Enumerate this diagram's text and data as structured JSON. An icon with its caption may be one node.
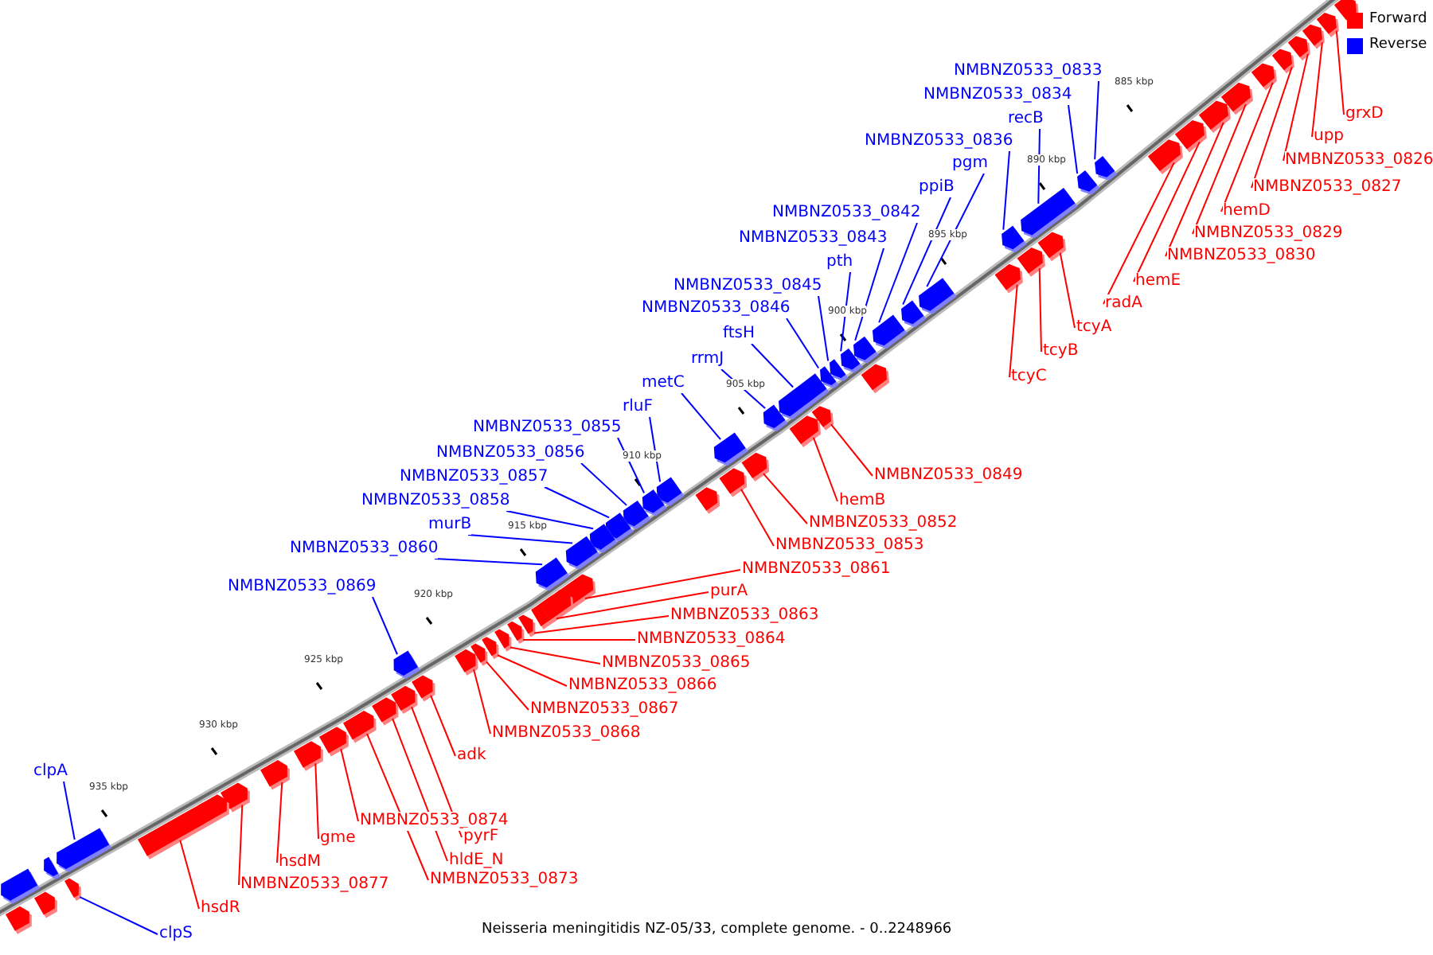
{
  "diagram": {
    "caption": "Neisseria meningitidis NZ-05/33, complete genome. - 0..2248966",
    "nodes": [
      {
        "text": [
          "NMBNZ0533_0833"
        ]
      },
      {
        "text": [
          "NMBNZ0533_0834"
        ]
      },
      {
        "text": [
          "grxD"
        ]
      },
      {
        "text": [
          "recB"
        ]
      },
      {
        "text": [
          "upp"
        ]
      },
      {
        "text": [
          "NMBNZ0533_0836"
        ]
      },
      {
        "text": [
          "NMBNZ0533_0826"
        ]
      },
      {
        "text": [
          "pgm"
        ]
      },
      {
        "text": [
          "ppiB"
        ]
      },
      {
        "text": [
          "NMBNZ0533_0827"
        ]
      },
      {
        "text": [
          "hemD"
        ]
      },
      {
        "text": [
          "NMBNZ0533_0842"
        ]
      },
      {
        "text": [
          "NMBNZ0533_0829"
        ]
      },
      {
        "text": [
          "NMBNZ0533_0843"
        ]
      },
      {
        "text": [
          "NMBNZ0533_0830"
        ]
      },
      {
        "text": [
          "pth"
        ]
      },
      {
        "text": [
          "hemE"
        ]
      },
      {
        "text": [
          "NMBNZ0533_0845"
        ]
      },
      {
        "text": [
          "radA"
        ]
      },
      {
        "text": [
          "NMBNZ0533_0846"
        ]
      },
      {
        "text": [
          "tcyA"
        ]
      },
      {
        "text": [
          "ftsH"
        ]
      },
      {
        "text": [
          "tcyB"
        ]
      },
      {
        "text": [
          "rrmJ"
        ]
      },
      {
        "text": [
          "tcyC"
        ]
      },
      {
        "text": [
          "metC"
        ]
      },
      {
        "text": [
          "rluF"
        ]
      },
      {
        "text": [
          "NMBNZ0533_0855"
        ]
      },
      {
        "text": [
          "NMBNZ0533_0856"
        ]
      },
      {
        "text": [
          "NMBNZ0533_0849"
        ]
      },
      {
        "text": [
          "NMBNZ0533_0857"
        ]
      },
      {
        "text": [
          "hemB"
        ]
      },
      {
        "text": [
          "NMBNZ0533_0858"
        ]
      },
      {
        "text": [
          "murB"
        ]
      },
      {
        "text": [
          "NMBNZ0533_0852"
        ]
      },
      {
        "text": [
          "NMBNZ0533_0860"
        ]
      },
      {
        "text": [
          "NMBNZ0533_0853"
        ]
      },
      {
        "text": [
          "NMBNZ0533_0861"
        ]
      },
      {
        "text": [
          "NMBNZ0533_0869"
        ]
      },
      {
        "text": [
          "purA"
        ]
      },
      {
        "text": [
          "NMBNZ0533_0863"
        ]
      },
      {
        "text": [
          "NMBNZ0533_0864"
        ]
      },
      {
        "text": [
          "NMBNZ0533_0865"
        ]
      },
      {
        "text": [
          "NMBNZ0533_0866"
        ]
      },
      {
        "text": [
          "NMBNZ0533_0867"
        ]
      },
      {
        "text": [
          "NMBNZ0533_0868"
        ]
      },
      {
        "text": [
          "adk"
        ]
      },
      {
        "text": [
          "clpA"
        ]
      },
      {
        "text": [
          "NMBNZ0533_0874"
        ]
      },
      {
        "text": [
          "pyrF"
        ]
      },
      {
        "text": [
          "gme"
        ]
      },
      {
        "text": [
          "hldE_N"
        ]
      },
      {
        "text": [
          "hsdM"
        ]
      },
      {
        "text": [
          "NMBNZ0533_0873"
        ]
      },
      {
        "text": [
          "NMBNZ0533_0877"
        ]
      },
      {
        "text": [
          "hsdR"
        ]
      },
      {
        "text": [
          "clpS"
        ]
      },
      {
        "text": [],
        "shape": "arrow"
      },
      {
        "text": [],
        "shape": "arrow"
      },
      {
        "text": [],
        "shape": "arrow"
      },
      {
        "text": [],
        "shape": "arrow"
      },
      {
        "text": [],
        "shape": "arrow"
      },
      {
        "text": [],
        "shape": "arrow"
      },
      {
        "text": [],
        "shape": "arrow"
      },
      {
        "text": [],
        "shape": "arrow"
      },
      {
        "text": [],
        "shape": "arrow"
      },
      {
        "text": [],
        "shape": "arrow"
      },
      {
        "text": [],
        "shape": "arrow"
      },
      {
        "text": [],
        "shape": "arrow"
      },
      {
        "text": [],
        "shape": "arrow"
      },
      {
        "text": [],
        "shape": "arrow"
      },
      {
        "text": [],
        "shape": "arrow"
      },
      {
        "text": [],
        "shape": "arrow"
      },
      {
        "text": [],
        "shape": "arrow"
      },
      {
        "text": [],
        "shape": "arrow"
      },
      {
        "text": [],
        "shape": "arrow"
      },
      {
        "text": [],
        "shape": "arrow"
      },
      {
        "text": [],
        "shape": "arrow"
      },
      {
        "text": [],
        "shape": "arrow"
      },
      {
        "text": [],
        "shape": "arrow"
      },
      {
        "text": [],
        "shape": "arrow"
      },
      {
        "text": [],
        "shape": "arrow"
      },
      {
        "text": [],
        "shape": "arrow"
      },
      {
        "text": [],
        "shape": "arrow"
      },
      {
        "text": [],
        "shape": "arrow"
      },
      {
        "text": [],
        "shape": "arrow"
      },
      {
        "text": [],
        "shape": "arrow"
      },
      {
        "text": [],
        "shape": "arrow"
      },
      {
        "text": [],
        "shape": "arrow"
      },
      {
        "text": [],
        "shape": "arrow"
      },
      {
        "text": [],
        "shape": "arrow"
      },
      {
        "text": [],
        "shape": "arrow"
      },
      {
        "text": [],
        "shape": "arrow"
      },
      {
        "text": [],
        "shape": "arrow"
      },
      {
        "text": [],
        "shape": "arrow"
      },
      {
        "text": [],
        "shape": "arrow"
      },
      {
        "text": [],
        "shape": "arrow"
      },
      {
        "text": [],
        "shape": "arrow"
      },
      {
        "text": [],
        "shape": "arrow"
      },
      {
        "text": [],
        "shape": "arrow"
      },
      {
        "text": [],
        "shape": "arrow"
      },
      {
        "text": [],
        "shape": "arrow"
      },
      {
        "text": [],
        "shape": "arrow"
      },
      {
        "text": [],
        "shape": "arrow"
      },
      {
        "text": [],
        "shape": "arrow"
      },
      {
        "text": [],
        "shape": "arrow"
      },
      {
        "text": [],
        "shape": "arrow"
      },
      {
        "text": [],
        "shape": "arrow"
      },
      {
        "text": [],
        "shape": "arrow"
      },
      {
        "text": [],
        "shape": "arrow"
      },
      {
        "text": [],
        "shape": "arrow"
      },
      {
        "text": [],
        "shape": "arrow"
      },
      {
        "text": [],
        "shape": "arrow"
      },
      {
        "text": [],
        "shape": "arrow"
      },
      {
        "text": [],
        "shape": "arrow"
      },
      {
        "text": [],
        "shape": "arrow"
      },
      {
        "text": [],
        "shape": "arrow"
      },
      {
        "text": [],
        "shape": "arrow"
      },
      {
        "text": [],
        "shape": "arrow"
      },
      {
        "text": [],
        "shape": "arrow"
      },
      {
        "text": [],
        "shape": "arrow"
      },
      {
        "text": [],
        "shape": "arrow"
      },
      {
        "text": [],
        "shape": "arrow"
      }
    ],
    "edges": [
      {
        "from": 0,
        "to": 57,
        "arrow": "none",
        "color": "#0000ff"
      },
      {
        "from": 1,
        "to": 58,
        "arrow": "none",
        "color": "#0000ff"
      },
      {
        "from": 2,
        "to": 59,
        "arrow": "none"
      },
      {
        "from": 3,
        "to": 60,
        "arrow": "none",
        "color": "#0000ff"
      },
      {
        "from": 4,
        "to": 61,
        "arrow": "none"
      },
      {
        "from": 5,
        "to": 62,
        "arrow": "none",
        "color": "#0000ff"
      },
      {
        "from": 6,
        "to": 63,
        "arrow": "none"
      },
      {
        "from": 7,
        "to": 64,
        "arrow": "none",
        "color": "#0000ff"
      },
      {
        "from": 8,
        "to": 65,
        "arrow": "none",
        "color": "#0000ff"
      },
      {
        "from": 9,
        "to": 66,
        "arrow": "none"
      },
      {
        "from": 10,
        "to": 67,
        "arrow": "none"
      },
      {
        "from": 11,
        "to": 68,
        "arrow": "none",
        "color": "#0000ff"
      },
      {
        "from": 12,
        "to": 69,
        "arrow": "none"
      },
      {
        "from": 13,
        "to": 70,
        "arrow": "none",
        "color": "#0000ff"
      },
      {
        "from": 14,
        "to": 71,
        "arrow": "none"
      },
      {
        "from": 15,
        "to": 72,
        "arrow": "none",
        "color": "#0000ff"
      },
      {
        "from": 16,
        "to": 73,
        "arrow": "none"
      },
      {
        "from": 17,
        "to": 74,
        "arrow": "none",
        "color": "#0000ff"
      },
      {
        "from": 18,
        "to": 75,
        "arrow": "none"
      },
      {
        "from": 19,
        "to": 76,
        "arrow": "none",
        "color": "#0000ff"
      },
      {
        "from": 20,
        "to": 77,
        "arrow": "none"
      },
      {
        "from": 21,
        "to": 78,
        "arrow": "none",
        "color": "#0000ff"
      },
      {
        "from": 22,
        "to": 79,
        "arrow": "none"
      },
      {
        "from": 23,
        "to": 80,
        "arrow": "none",
        "color": "#0000ff"
      },
      {
        "from": 24,
        "to": 81,
        "arrow": "none"
      },
      {
        "from": 25,
        "to": 82,
        "arrow": "none",
        "color": "#0000ff"
      },
      {
        "from": 26,
        "to": 83,
        "arrow": "none",
        "color": "#0000ff"
      },
      {
        "from": 27,
        "to": 84,
        "arrow": "none",
        "color": "#0000ff"
      },
      {
        "from": 28,
        "to": 85,
        "arrow": "none",
        "color": "#0000ff"
      },
      {
        "from": 29,
        "to": 86,
        "arrow": "none"
      },
      {
        "from": 30,
        "to": 87,
        "arrow": "none",
        "color": "#0000ff"
      },
      {
        "from": 31,
        "to": 88,
        "arrow": "none"
      },
      {
        "from": 32,
        "to": 89,
        "arrow": "none",
        "color": "#0000ff"
      },
      {
        "from": 33,
        "to": 90,
        "arrow": "none",
        "color": "#0000ff"
      },
      {
        "from": 34,
        "to": 91,
        "arrow": "none"
      },
      {
        "from": 35,
        "to": 92,
        "arrow": "none",
        "color": "#0000ff"
      },
      {
        "from": 36,
        "to": 93,
        "arrow": "none"
      },
      {
        "from": 37,
        "to": 94,
        "arrow": "none"
      },
      {
        "from": 38,
        "to": 95,
        "arrow": "none",
        "color": "#0000ff"
      },
      {
        "from": 39,
        "to": 96,
        "arrow": "none"
      },
      {
        "from": 40,
        "to": 97,
        "arrow": "none"
      },
      {
        "from": 41,
        "to": 98,
        "arrow": "none"
      },
      {
        "from": 42,
        "to": 99,
        "arrow": "none"
      },
      {
        "from": 43,
        "to": 100,
        "arrow": "none"
      },
      {
        "from": 44,
        "to": 101,
        "arrow": "none"
      },
      {
        "from": 45,
        "to": 102,
        "arrow": "none"
      },
      {
        "from": 46,
        "to": 103,
        "arrow": "none"
      },
      {
        "from": 47,
        "to": 104,
        "arrow": "none",
        "color": "#0000ff"
      },
      {
        "from": 48,
        "to": 105,
        "arrow": "none"
      },
      {
        "from": 49,
        "to": 106,
        "arrow": "none"
      },
      {
        "from": 50,
        "to": 107,
        "arrow": "none"
      },
      {
        "from": 51,
        "to": 108,
        "arrow": "none"
      },
      {
        "from": 52,
        "to": 109,
        "arrow": "none"
      },
      {
        "from": 53,
        "to": 110,
        "arrow": "none"
      },
      {
        "from": 54,
        "to": 111,
        "arrow": "none"
      },
      {
        "from": 55,
        "to": 112,
        "arrow": "none"
      },
      {
        "from": 56,
        "to": 113,
        "arrow": "none",
        "color": "#0000ff"
      }
    ],
    "labels": [
      "885 kbp",
      "890 kbp",
      "895 kbp",
      "900 kbp",
      "905 kbp",
      "910 kbp",
      "915 kbp",
      "920 kbp",
      "925 kbp",
      "930 kbp",
      "935 kbp"
    ],
    "legend": [
      {
        "text": "Forward",
        "color": "#ff0000"
      },
      {
        "text": "Reverse",
        "color": "#0000ff"
      }
    ]
  }
}
